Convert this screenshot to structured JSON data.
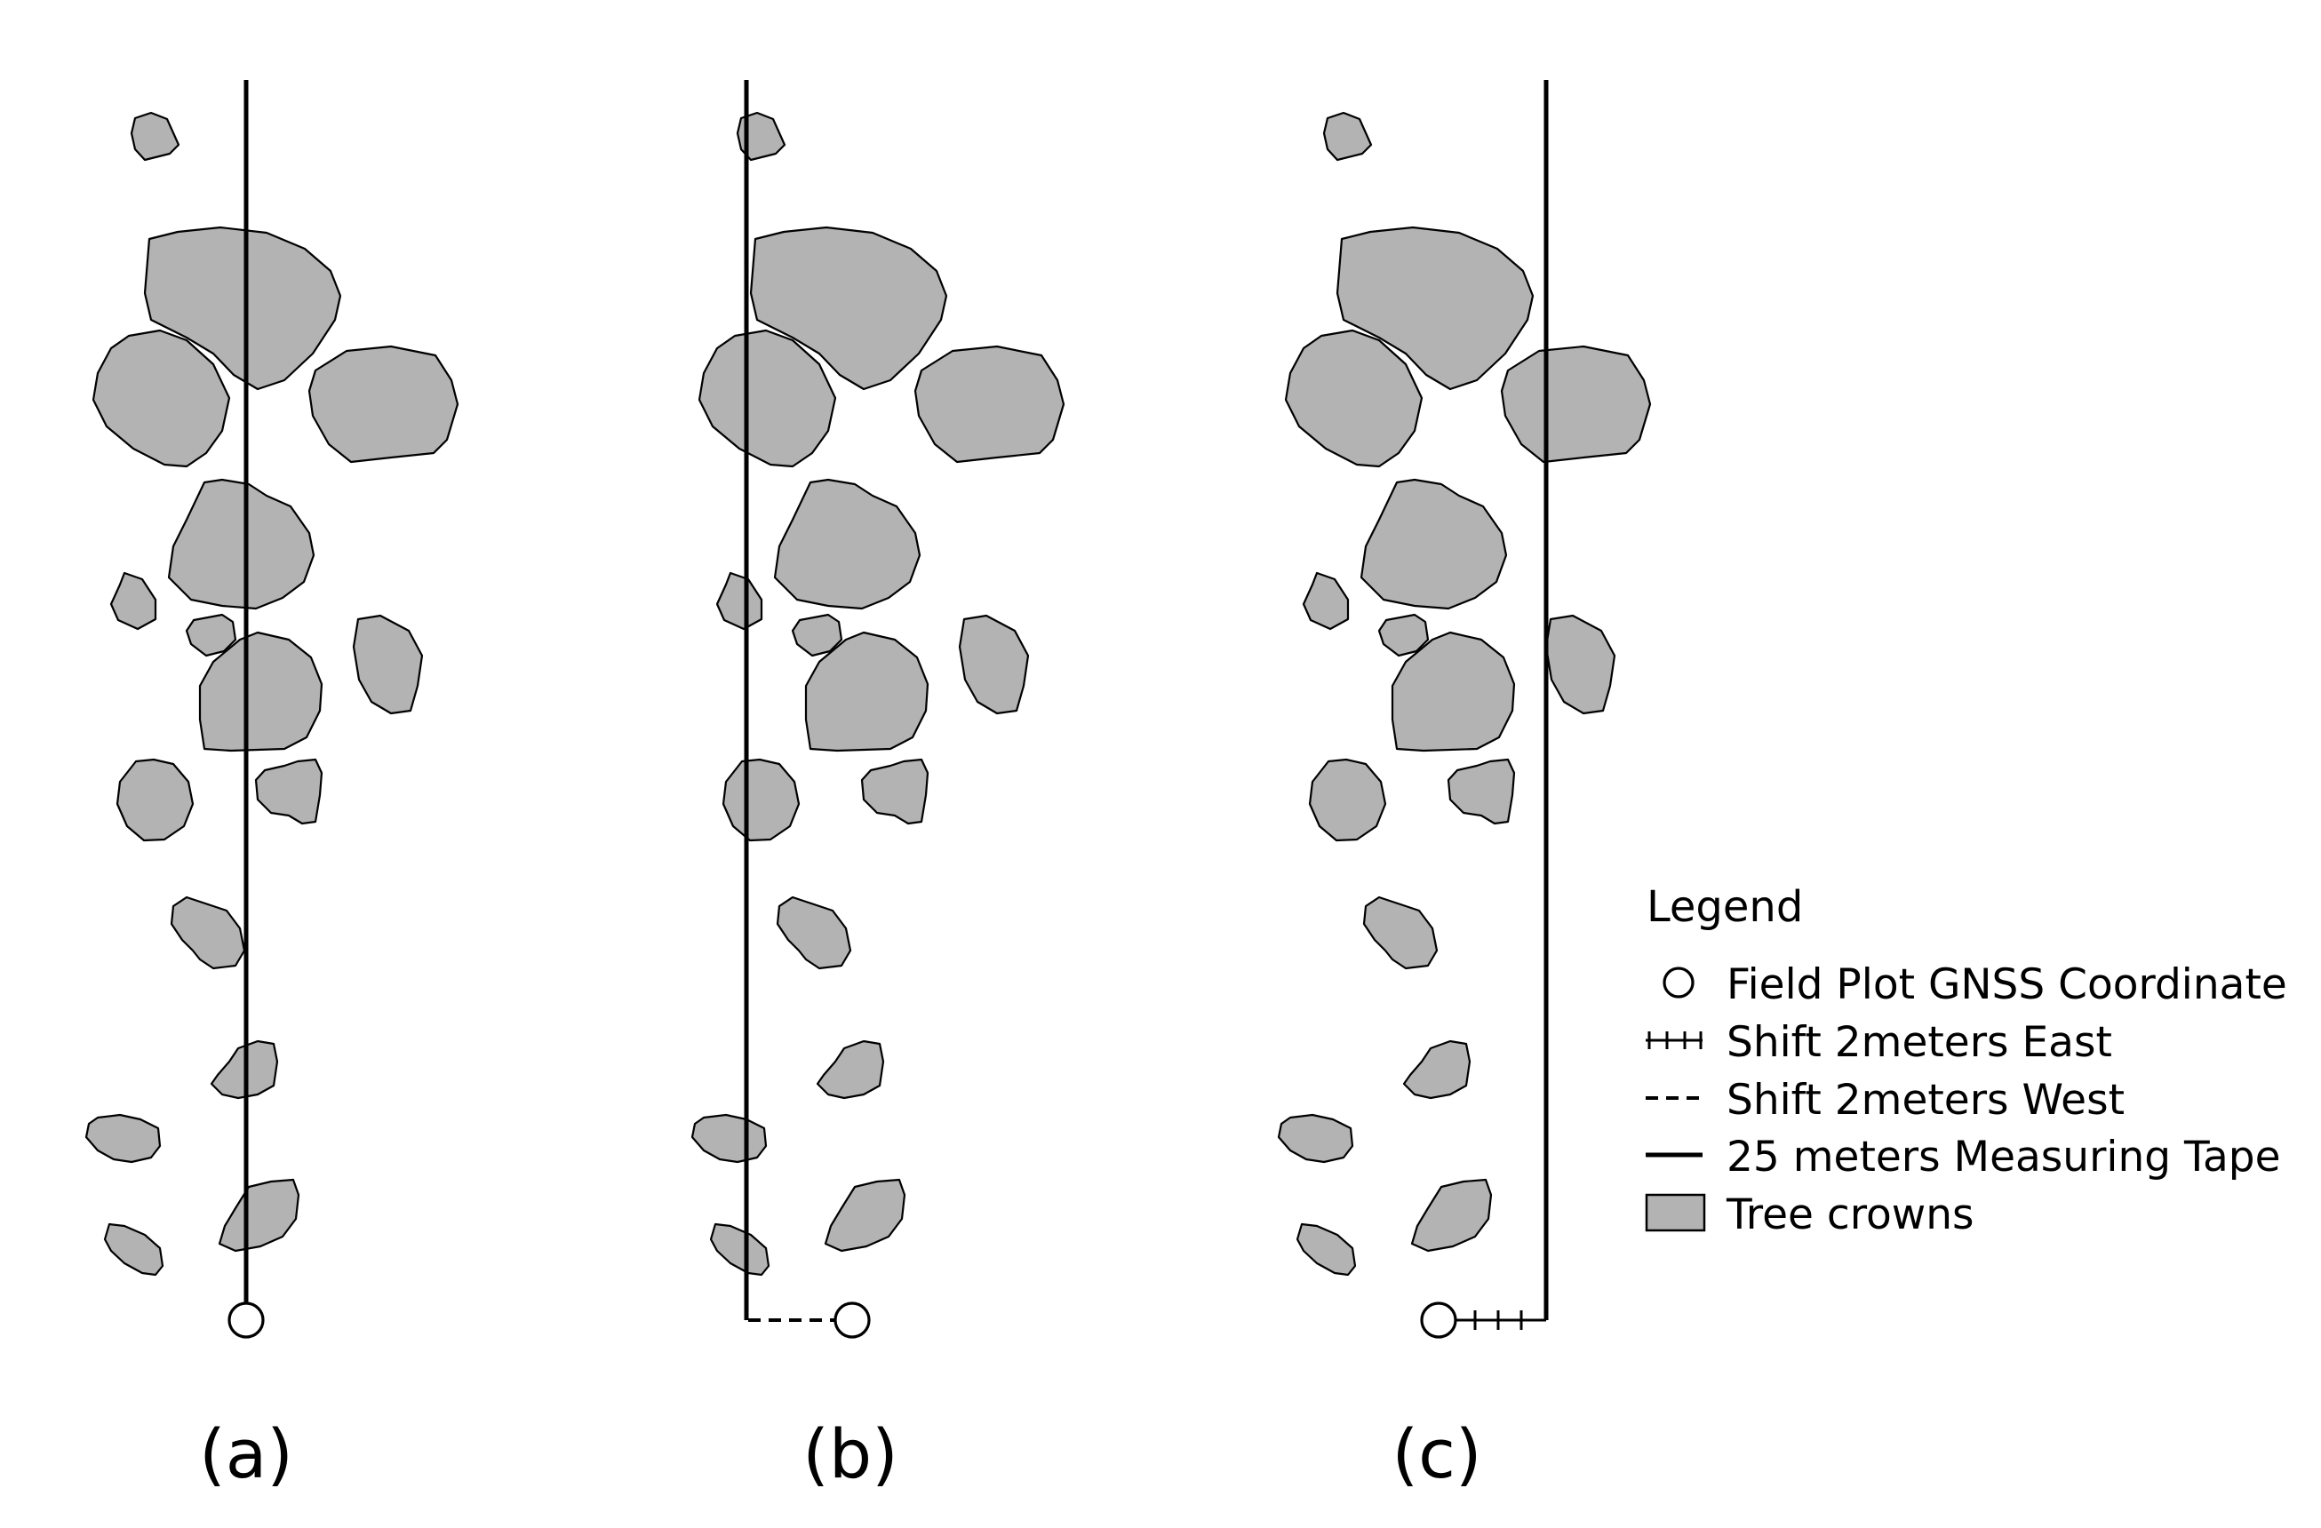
{
  "panels": [
    {
      "id": "a",
      "label": "(a)",
      "tape": "center",
      "shift": "none"
    },
    {
      "id": "b",
      "label": "(b)",
      "tape": "west",
      "shift": "west"
    },
    {
      "id": "c",
      "label": "(c)",
      "tape": "east",
      "shift": "east"
    }
  ],
  "legend": {
    "title": "Legend",
    "items": [
      {
        "symbol": "circle",
        "label": "Field Plot GNSS Coordinate"
      },
      {
        "symbol": "tick-line",
        "label": "Shift 2meters East"
      },
      {
        "symbol": "dashed-line",
        "label": "Shift 2meters West"
      },
      {
        "symbol": "solid-line",
        "label": "25 meters Measuring Tape"
      },
      {
        "symbol": "gray-rect",
        "label": "Tree crowns"
      }
    ]
  },
  "colors": {
    "crown_fill": "#b3b3b3",
    "line": "#000000",
    "background": "#ffffff"
  }
}
